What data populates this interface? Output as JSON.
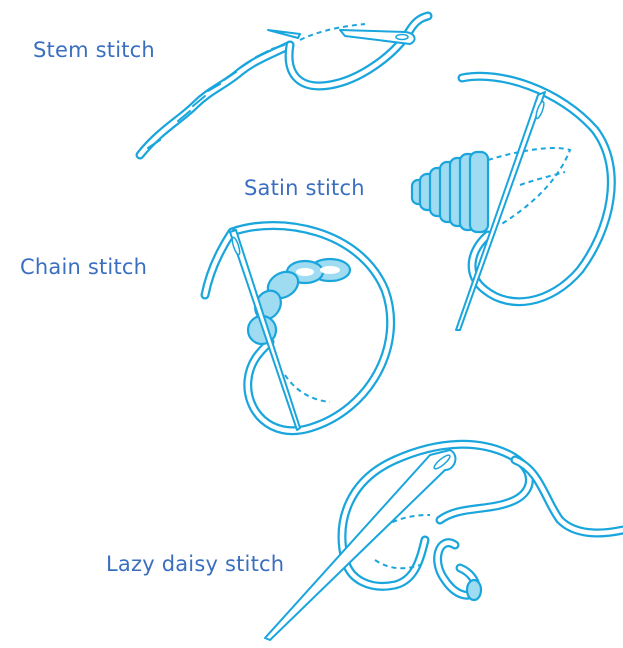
{
  "labels": {
    "stem": "Stem stitch",
    "satin": "Satin stitch",
    "chain": "Chain stitch",
    "lazy_daisy": "Lazy daisy stitch"
  },
  "colors": {
    "label": "#3a6fc0",
    "thread_fill": "#9fdcf2",
    "thread_outline": "#1aa6dc",
    "background": "#ffffff"
  }
}
